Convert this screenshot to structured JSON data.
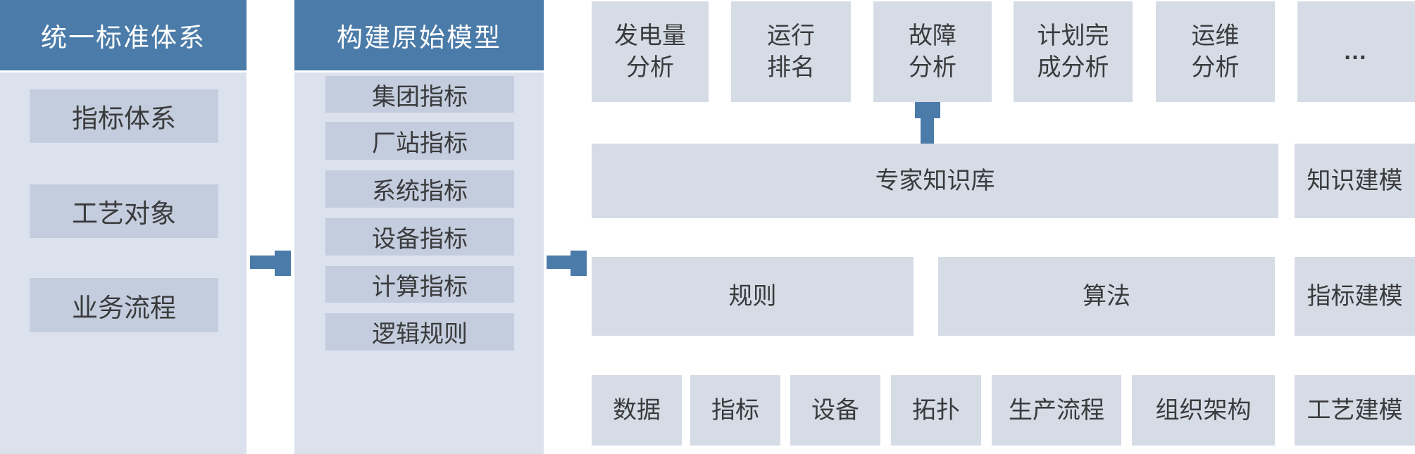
{
  "colors": {
    "header_bg": "#4b7ba8",
    "panel_bg": "#dce2ed",
    "panel_item_bg": "#c4cddd",
    "box_bg": "#d6dce6",
    "arrow": "#4b7ba8",
    "text_dark": "#3a3b3d",
    "text_light": "#ffffff"
  },
  "left_column": {
    "title": "统一标准体系",
    "items": [
      "指标体系",
      "工艺对象",
      "业务流程"
    ]
  },
  "model_column": {
    "title": "构建原始模型",
    "items": [
      "集团指标",
      "厂站指标",
      "系统指标",
      "设备指标",
      "计算指标",
      "逻辑规则"
    ]
  },
  "analysis_row": {
    "items": [
      "发电量\n分析",
      "运行\n排名",
      "故障\n分析",
      "计划完\n成分析",
      "运维\n分析",
      "…"
    ]
  },
  "knowledge_row": {
    "main": "专家知识库",
    "side": "知识建模"
  },
  "rule_row": {
    "rule": "规则",
    "algorithm": "算法",
    "side": "指标建模"
  },
  "base_row": {
    "items": [
      "数据",
      "指标",
      "设备",
      "拓扑",
      "生产流程",
      "组织架构"
    ],
    "side": "工艺建模"
  }
}
